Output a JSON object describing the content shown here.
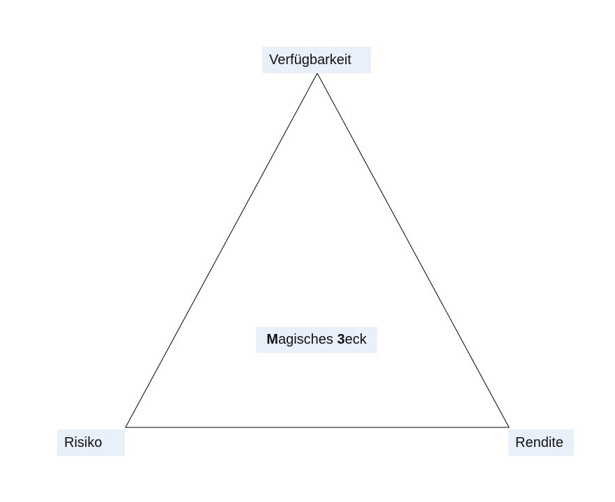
{
  "diagram": {
    "vertices": {
      "top": "Verfügbarkeit",
      "bottom_left": "Risiko",
      "bottom_right": "Rendite"
    },
    "center_label": {
      "part1_bold": "M",
      "part2": "agisches ",
      "part3_bold": "3",
      "part4": "eck"
    },
    "colors": {
      "label_background": "#e8f0f9",
      "line": "#000000"
    }
  }
}
